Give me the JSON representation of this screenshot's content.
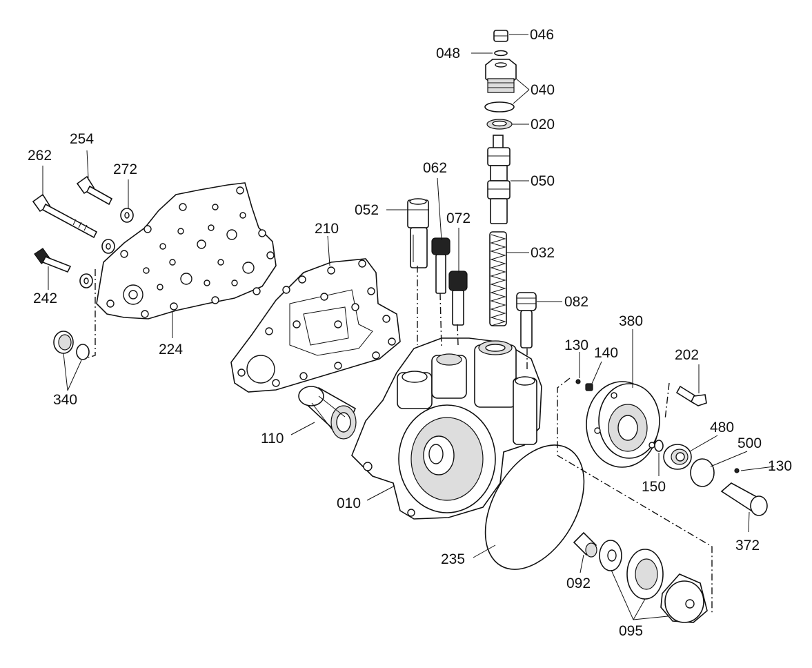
{
  "diagram": {
    "callouts": [
      "046",
      "048",
      "040",
      "020",
      "050",
      "062",
      "052",
      "072",
      "032",
      "082",
      "210",
      "254",
      "262",
      "272",
      "242",
      "224",
      "340",
      "110",
      "010",
      "380",
      "130",
      "140",
      "202",
      "480",
      "500",
      "150",
      "372",
      "235",
      "092",
      "095"
    ]
  }
}
